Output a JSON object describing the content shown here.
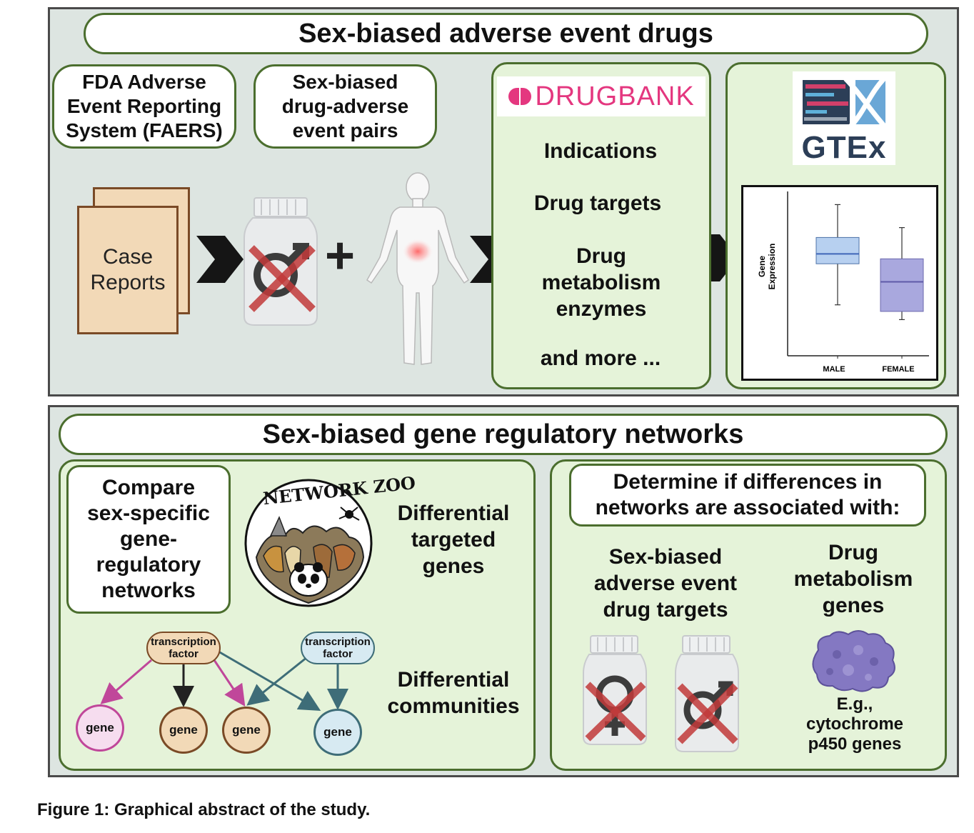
{
  "top": {
    "title": "Sex-biased adverse event drugs",
    "faers_label": "FDA Adverse Event Reporting System (FAERS)",
    "pairs_label": "Sex-biased drug-adverse event pairs",
    "case_reports": "Case Reports",
    "plus": "+",
    "drugbank": {
      "logo_text": "DRUGBANK",
      "items": [
        "Indications",
        "Drug targets",
        "Drug metabolism enzymes",
        "and more ..."
      ]
    },
    "gtex": {
      "logo_text": "GTEx",
      "ylabel": "Gene Expression",
      "categories": [
        "MALE",
        "FEMALE"
      ]
    }
  },
  "bottom": {
    "title": "Sex-biased gene regulatory networks",
    "compare_label": "Compare sex-specific gene-regulatory networks",
    "netzoo_text": "NETWORK ZOO",
    "diff_genes": "Differential targeted genes",
    "diff_communities": "Differential communities",
    "tf_label": "transcription factor",
    "gene_label": "gene",
    "determine_label": "Determine if differences in networks are associated with:",
    "sexbiased_targets": "Sex-biased adverse event drug targets",
    "drug_metab_genes": "Drug metabolism genes",
    "cyp_label": "E.g., cytochrome p450 genes"
  },
  "caption": "Figure 1: Graphical abstract of the study.",
  "colors": {
    "panel_bg": "#dde5e1",
    "green_box": "#e5f3d9",
    "border_green": "#4b6e2e",
    "magenta": "#c0479a",
    "teal": "#3e6d78",
    "drugbank_pink": "#e4377f",
    "box_blue": "#b7d0f0",
    "box_purple": "#a9a8de"
  },
  "chart_data": {
    "type": "box",
    "categories": [
      "MALE",
      "FEMALE"
    ],
    "ylabel": "Gene Expression",
    "series": [
      {
        "values": {
          "whisker_low": 0.31,
          "q1": 0.56,
          "median": 0.62,
          "q3": 0.72,
          "whisker_high": 0.92
        }
      },
      {
        "values": {
          "whisker_low": 0.22,
          "q1": 0.27,
          "median": 0.45,
          "q3": 0.59,
          "whisker_high": 0.78
        }
      }
    ]
  }
}
